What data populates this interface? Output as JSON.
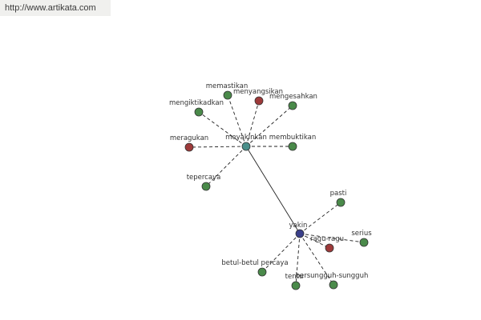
{
  "watermark": "http://www.artikata.com",
  "colors": {
    "synonym": "#4a8a4a",
    "antonym": "#9e3a3a",
    "hub_meyakinkan": "#4a8f8a",
    "hub_yakin": "#3a3f8a",
    "edge": "#222222"
  },
  "nodes": [
    {
      "id": "meyakinkan",
      "label": "meyakinkan",
      "kind": "hub_meyakinkan"
    },
    {
      "id": "yakin",
      "label": "yakin",
      "kind": "hub_yakin"
    },
    {
      "id": "memastikan",
      "label": "memastikan",
      "kind": "synonym"
    },
    {
      "id": "menyangsikan",
      "label": "menyangsikan",
      "kind": "antonym"
    },
    {
      "id": "mengesahkan",
      "label": "mengesahkan",
      "kind": "synonym"
    },
    {
      "id": "mengiktikadkan",
      "label": "mengiktikadkan",
      "kind": "synonym"
    },
    {
      "id": "meragukan",
      "label": "meragukan",
      "kind": "antonym"
    },
    {
      "id": "membuktikan",
      "label": "membuktikan",
      "kind": "synonym"
    },
    {
      "id": "tepercaya",
      "label": "tepercaya",
      "kind": "synonym"
    },
    {
      "id": "pasti",
      "label": "pasti",
      "kind": "synonym"
    },
    {
      "id": "ragu-ragu",
      "label": "ragu-ragu",
      "kind": "antonym"
    },
    {
      "id": "serius",
      "label": "serius",
      "kind": "synonym"
    },
    {
      "id": "betul-betul-percaya",
      "label": "betul-betul percaya",
      "kind": "synonym"
    },
    {
      "id": "tentu",
      "label": "tentu",
      "kind": "synonym"
    },
    {
      "id": "bersungguh-sungguh",
      "label": "bersungguh-sungguh",
      "kind": "synonym"
    }
  ],
  "edges": [
    {
      "from": "meyakinkan",
      "to": "yakin",
      "style": "solid"
    },
    {
      "from": "meyakinkan",
      "to": "memastikan",
      "style": "dashed"
    },
    {
      "from": "meyakinkan",
      "to": "menyangsikan",
      "style": "dashed"
    },
    {
      "from": "meyakinkan",
      "to": "mengesahkan",
      "style": "dashed"
    },
    {
      "from": "meyakinkan",
      "to": "mengiktikadkan",
      "style": "dashed"
    },
    {
      "from": "meyakinkan",
      "to": "meragukan",
      "style": "dashed"
    },
    {
      "from": "meyakinkan",
      "to": "membuktikan",
      "style": "dashed"
    },
    {
      "from": "meyakinkan",
      "to": "tepercaya",
      "style": "dashed"
    },
    {
      "from": "yakin",
      "to": "pasti",
      "style": "dashed"
    },
    {
      "from": "yakin",
      "to": "ragu-ragu",
      "style": "dashed"
    },
    {
      "from": "yakin",
      "to": "serius",
      "style": "dashed"
    },
    {
      "from": "yakin",
      "to": "betul-betul-percaya",
      "style": "dashed"
    },
    {
      "from": "yakin",
      "to": "tentu",
      "style": "dashed"
    },
    {
      "from": "yakin",
      "to": "bersungguh-sungguh",
      "style": "dashed"
    }
  ]
}
